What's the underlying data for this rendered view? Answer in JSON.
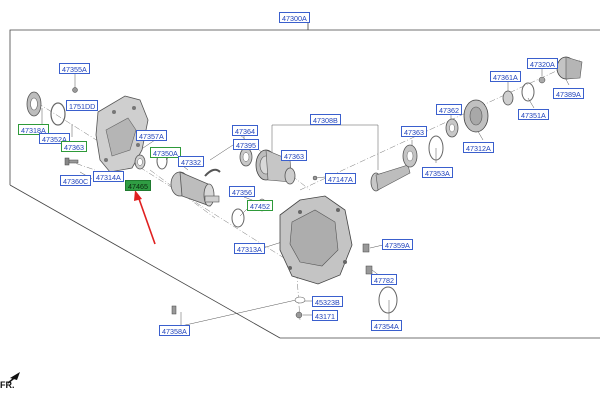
{
  "labels": {
    "p47300A": "47300A",
    "p47308B": "47308B",
    "p47355A": "47355A",
    "p1751DD": "1751DD",
    "p47318A": "47318A",
    "p47352A": "47352A",
    "p47363a": "47363",
    "p47360C": "47360C",
    "p47314A": "47314A",
    "p47357A": "47357A",
    "p47350A": "47350A",
    "p47332": "47332",
    "p47465": "47465",
    "p47395": "47395",
    "p47364": "47364",
    "p47363b": "47363",
    "p47147A": "47147A",
    "p47356": "47356",
    "p47452": "47452",
    "p47313A": "47313A",
    "p47359A": "47359A",
    "p47782": "47782",
    "p45323B": "45323B",
    "p43171": "43171",
    "p47354A": "47354A",
    "p47358A": "47358A",
    "p47361A": "47361A",
    "p47362": "47362",
    "p47363c": "47363",
    "p47353A": "47353A",
    "p47312A": "47312A",
    "p47351A": "47351A",
    "p47320A": "47320A",
    "p47389A": "47389A"
  },
  "front_marker": "FR."
}
